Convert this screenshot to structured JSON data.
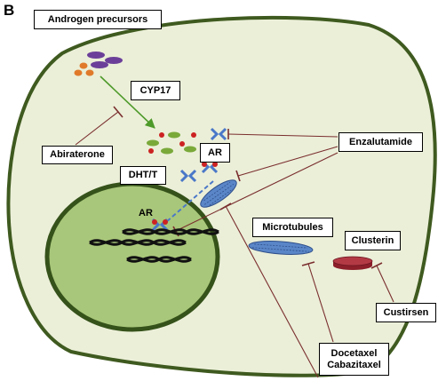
{
  "figure": {
    "panel_letter": "B",
    "labels": {
      "androgen_precursors": "Androgen precursors",
      "cyp17": "CYP17",
      "abiraterone": "Abiraterone",
      "dht_t": "DHT/T",
      "ar_cytoplasm": "AR",
      "ar_nucleus": "AR",
      "enzalutamide": "Enzalutamide",
      "microtubules": "Microtubules",
      "clusterin": "Clusterin",
      "custirsen": "Custirsen",
      "taxanes": [
        "Docetaxel",
        "Cabazitaxel"
      ]
    }
  },
  "colors": {
    "cell_fill": "#ebefd8",
    "cell_border": "#3f5a1f",
    "nucleus_fill": "#a9c77a",
    "nucleus_border": "#35521a",
    "activation_arrow": "#4e9a2a",
    "inhibition_line": "#7a2e2e",
    "precursor_purple": "#6b3f99",
    "precursor_orange": "#e07a2a",
    "androgen_green": "#7aa93a",
    "androgen_red": "#cc2222",
    "receptor_blue": "#4a78c8",
    "microtubule_blue": "#5a86c8",
    "clusterin_red": "#8c1f2a"
  },
  "icons": [
    "androgen-receptor-icon",
    "dna-helix-icon",
    "microtubule-icon",
    "clusterin-disc-icon"
  ]
}
